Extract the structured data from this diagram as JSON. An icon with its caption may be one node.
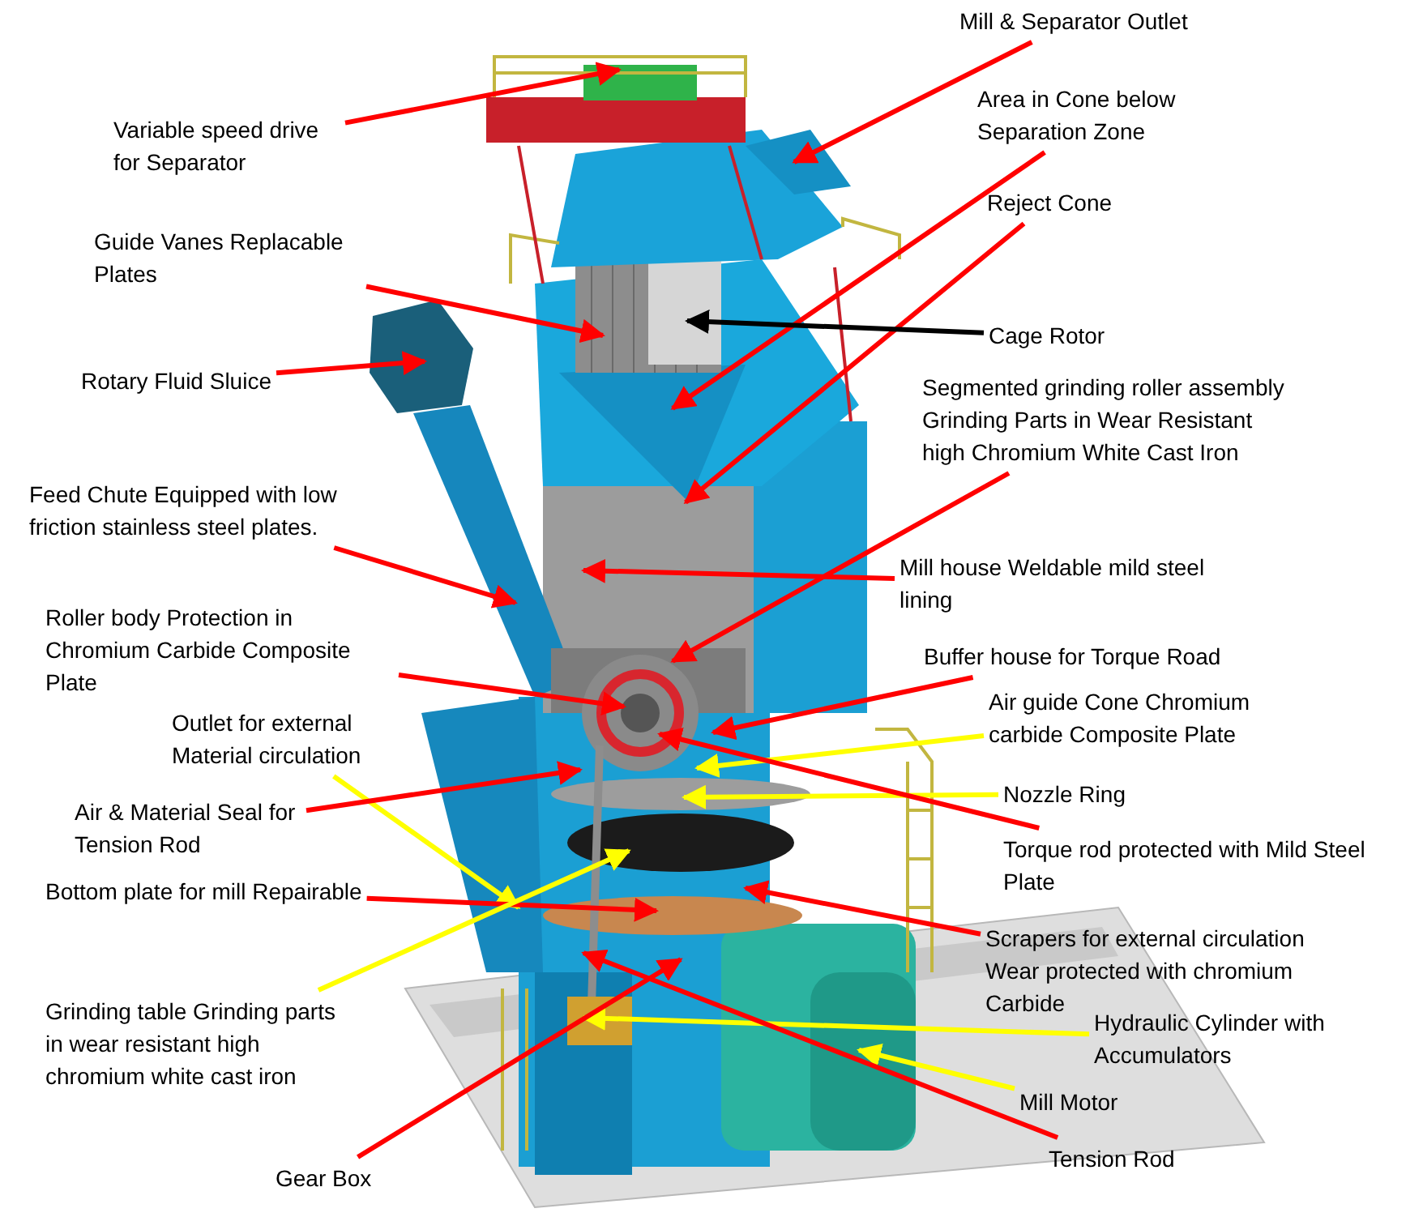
{
  "diagram": {
    "nodes": [
      {
        "text": [
          "Mill & Separator Outlet"
        ]
      },
      {
        "text": [
          "Variable speed drive for Separator"
        ]
      },
      {
        "text": [
          "Area in Cone below Separation Zone"
        ]
      },
      {
        "text": [
          "Guide Vanes Replacable Plates"
        ]
      },
      {
        "text": [
          "Reject Cone"
        ]
      },
      {
        "text": [
          "Cage Rotor"
        ]
      },
      {
        "text": [
          "Rotary Fluid Sluice"
        ]
      },
      {
        "text": [
          "Segmented grinding roller assembly Grinding Parts in Wear Resistant high Chromium White Cast Iron"
        ]
      },
      {
        "text": [
          "Feed Chute Equipped with low friction stainless steel plates."
        ]
      },
      {
        "text": [
          "Mill house Weldable mild steel lining"
        ]
      },
      {
        "text": [
          "Roller body Protection in Chromium Carbide Composite Plate"
        ]
      },
      {
        "text": [
          "Buffer house for Torque Road"
        ]
      },
      {
        "text": [
          "Outlet for external Material circulation"
        ]
      },
      {
        "text": [
          "Air guide Cone Chromium carbide Composite Plate"
        ]
      },
      {
        "text": [
          "Air & Material Seal for Tension Rod"
        ]
      },
      {
        "text": [
          "Nozzle Ring"
        ]
      },
      {
        "text": [
          "Torque rod protected with Mild Steel Plate"
        ]
      },
      {
        "text": [
          "Bottom plate for mill Repairable"
        ]
      },
      {
        "text": [
          "Scrapers for external circulation Wear protected with chromium Carbide"
        ]
      },
      {
        "text": [
          "Grinding table Grinding parts in wear resistant high chromium white cast iron"
        ]
      },
      {
        "text": [
          "Hydraulic Cylinder with Accumulators"
        ]
      },
      {
        "text": [
          "Mill Motor"
        ]
      },
      {
        "text": [
          "Gear Box"
        ]
      },
      {
        "text": [
          "Tension Rod"
        ]
      }
    ],
    "edges": [
      {
        "from": 0,
        "to": null,
        "arrow": "to"
      },
      {
        "from": 1,
        "to": null,
        "arrow": "to"
      },
      {
        "from": 2,
        "to": null,
        "arrow": "to"
      },
      {
        "from": 3,
        "to": null,
        "arrow": "to"
      },
      {
        "from": 4,
        "to": null,
        "arrow": "to"
      },
      {
        "from": 5,
        "to": null,
        "arrow": "to",
        "color": "#000000"
      },
      {
        "from": 6,
        "to": null,
        "arrow": "to"
      },
      {
        "from": 7,
        "to": null,
        "arrow": "to"
      },
      {
        "from": 8,
        "to": null,
        "arrow": "to"
      },
      {
        "from": 9,
        "to": null,
        "arrow": "to"
      },
      {
        "from": 10,
        "to": null,
        "arrow": "to"
      },
      {
        "from": 11,
        "to": null,
        "arrow": "to"
      },
      {
        "from": 12,
        "to": null,
        "arrow": "to",
        "color": "#ffff00"
      },
      {
        "from": 13,
        "to": null,
        "arrow": "to",
        "color": "#ffff00"
      },
      {
        "from": 14,
        "to": null,
        "arrow": "to"
      },
      {
        "from": 15,
        "to": null,
        "arrow": "to",
        "color": "#ffff00"
      },
      {
        "from": 16,
        "to": null,
        "arrow": "to"
      },
      {
        "from": 17,
        "to": null,
        "arrow": "to"
      },
      {
        "from": 18,
        "to": null,
        "arrow": "to"
      },
      {
        "from": 19,
        "to": null,
        "arrow": "to",
        "color": "#ffff00"
      },
      {
        "from": 20,
        "to": null,
        "arrow": "to",
        "color": "#ffff00"
      },
      {
        "from": 21,
        "to": null,
        "arrow": "to",
        "color": "#ffff00"
      },
      {
        "from": 22,
        "to": null,
        "arrow": "to"
      },
      {
        "from": 23,
        "to": null,
        "arrow": "to"
      }
    ]
  }
}
